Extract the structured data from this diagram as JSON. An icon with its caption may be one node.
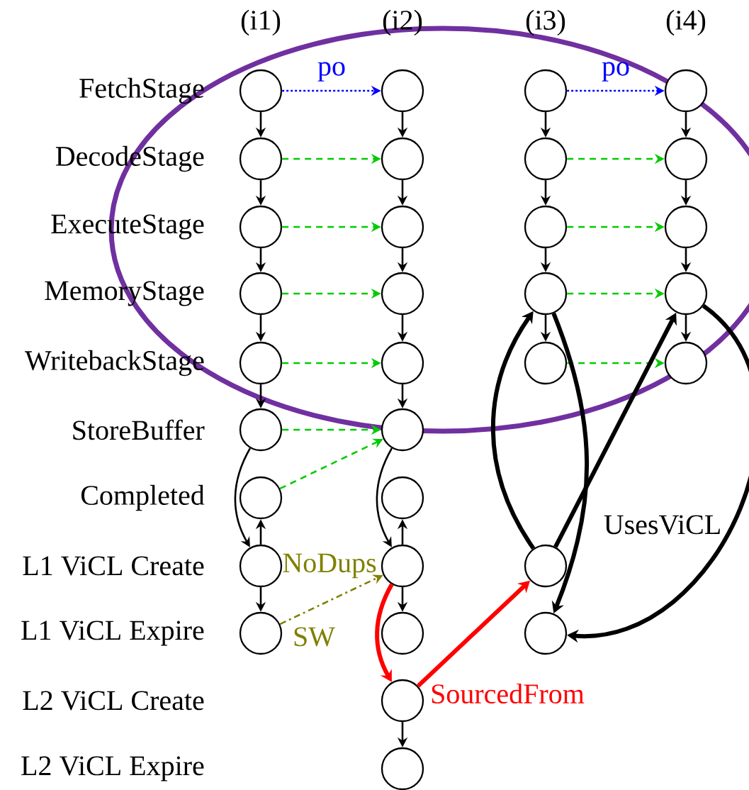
{
  "diagram": {
    "nodes": [
      {
        "text": [],
        "shape": "circle"
      },
      {
        "text": [],
        "shape": "circle"
      },
      {
        "text": [],
        "shape": "circle"
      },
      {
        "text": [],
        "shape": "circle"
      },
      {
        "text": [],
        "shape": "circle"
      },
      {
        "text": [],
        "shape": "circle"
      },
      {
        "text": [],
        "shape": "circle"
      },
      {
        "text": [],
        "shape": "circle"
      },
      {
        "text": [],
        "shape": "circle"
      },
      {
        "text": [],
        "shape": "circle"
      },
      {
        "text": [],
        "shape": "circle"
      },
      {
        "text": [],
        "shape": "circle"
      },
      {
        "text": [],
        "shape": "circle"
      },
      {
        "text": [],
        "shape": "circle"
      },
      {
        "text": [],
        "shape": "circle"
      },
      {
        "text": [],
        "shape": "circle"
      },
      {
        "text": [],
        "shape": "circle"
      },
      {
        "text": [],
        "shape": "circle"
      },
      {
        "text": [],
        "shape": "circle"
      },
      {
        "text": [],
        "shape": "circle"
      },
      {
        "text": [],
        "shape": "circle"
      },
      {
        "text": [],
        "shape": "circle"
      },
      {
        "text": [],
        "shape": "circle"
      },
      {
        "text": [],
        "shape": "circle"
      },
      {
        "text": [],
        "shape": "circle"
      },
      {
        "text": [],
        "shape": "circle"
      },
      {
        "text": [],
        "shape": "circle"
      },
      {
        "text": [],
        "shape": "circle"
      },
      {
        "text": [],
        "shape": "circle"
      },
      {
        "text": [],
        "shape": "circle"
      },
      {
        "text": [],
        "shape": "circle"
      },
      {
        "text": [],
        "shape": "circle"
      }
    ],
    "edges": [
      {
        "from": 0,
        "to": 1,
        "arrow": "to",
        "label": "po",
        "style": "dashed",
        "color": "#0000ff"
      },
      {
        "from": 2,
        "to": 3,
        "arrow": "to",
        "label": "po",
        "style": "dashed",
        "color": "#0000ff"
      },
      {
        "from": 0,
        "to": 4,
        "arrow": "to"
      },
      {
        "from": 4,
        "to": 8,
        "arrow": "to"
      },
      {
        "from": 8,
        "to": 12,
        "arrow": "to"
      },
      {
        "from": 12,
        "to": 16,
        "arrow": "to"
      },
      {
        "from": 16,
        "to": 20,
        "arrow": "to"
      },
      {
        "from": 1,
        "to": 5,
        "arrow": "to"
      },
      {
        "from": 5,
        "to": 9,
        "arrow": "to"
      },
      {
        "from": 9,
        "to": 13,
        "arrow": "to"
      },
      {
        "from": 13,
        "to": 17,
        "arrow": "to"
      },
      {
        "from": 17,
        "to": 21,
        "arrow": "to"
      },
      {
        "from": 2,
        "to": 6,
        "arrow": "to"
      },
      {
        "from": 6,
        "to": 10,
        "arrow": "to"
      },
      {
        "from": 10,
        "to": 14,
        "arrow": "to"
      },
      {
        "from": 14,
        "to": 18,
        "arrow": "to"
      },
      {
        "from": 3,
        "to": 7,
        "arrow": "to"
      },
      {
        "from": 7,
        "to": 11,
        "arrow": "to"
      },
      {
        "from": 11,
        "to": 15,
        "arrow": "to"
      },
      {
        "from": 15,
        "to": 19,
        "arrow": "to"
      },
      {
        "from": 4,
        "to": 5,
        "arrow": "to",
        "style": "dashed",
        "color": "#00cc00"
      },
      {
        "from": 8,
        "to": 9,
        "arrow": "to",
        "style": "dashed",
        "color": "#00cc00"
      },
      {
        "from": 12,
        "to": 13,
        "arrow": "to",
        "style": "dashed",
        "color": "#00cc00"
      },
      {
        "from": 16,
        "to": 17,
        "arrow": "to",
        "style": "dashed",
        "color": "#00cc00"
      },
      {
        "from": 20,
        "to": 21,
        "arrow": "to",
        "style": "dashed",
        "color": "#00cc00"
      },
      {
        "from": 6,
        "to": 7,
        "arrow": "to",
        "style": "dashed",
        "color": "#00cc00"
      },
      {
        "from": 10,
        "to": 11,
        "arrow": "to",
        "style": "dashed",
        "color": "#00cc00"
      },
      {
        "from": 14,
        "to": 15,
        "arrow": "to",
        "style": "dashed",
        "color": "#00cc00"
      },
      {
        "from": 18,
        "to": 19,
        "arrow": "to",
        "style": "dashed",
        "color": "#00cc00"
      },
      {
        "from": 22,
        "to": 21,
        "arrow": "to",
        "style": "dashed",
        "color": "#00cc00"
      },
      {
        "from": 20,
        "to": 24,
        "arrow": "to"
      },
      {
        "from": 24,
        "to": 22,
        "arrow": "to"
      },
      {
        "from": 24,
        "to": 27,
        "arrow": "to"
      },
      {
        "from": 21,
        "to": 25,
        "arrow": "to"
      },
      {
        "from": 25,
        "to": 23,
        "arrow": "to"
      },
      {
        "from": 25,
        "to": 28,
        "arrow": "to"
      },
      {
        "from": 30,
        "to": 31,
        "arrow": "to"
      },
      {
        "from": 27,
        "to": 25,
        "arrow": "to",
        "label": "SW",
        "style": "dashed",
        "color": "#808000"
      },
      {
        "from": 25,
        "to": 30,
        "arrow": "to",
        "style": "thick",
        "color": "#ff0000"
      },
      {
        "from": 30,
        "to": 26,
        "arrow": "to",
        "label": "SourcedFrom",
        "style": "thick",
        "color": "#ff0000"
      },
      {
        "from": 26,
        "to": 14,
        "arrow": "to",
        "style": "thick"
      },
      {
        "from": 14,
        "to": 29,
        "arrow": "to",
        "label": "UsesViCL",
        "style": "thick"
      },
      {
        "from": 26,
        "to": 15,
        "arrow": "to",
        "style": "thick"
      },
      {
        "from": 15,
        "to": 29,
        "arrow": "to",
        "style": "thick"
      }
    ],
    "labels": [
      "(i1)",
      "(i2)",
      "(i3)",
      "(i4)",
      "FetchStage",
      "DecodeStage",
      "ExecuteStage",
      "MemoryStage",
      "WritebackStage",
      "StoreBuffer",
      "Completed",
      "L1 ViCL Create",
      "NoDups",
      "L1 ViCL Expire",
      "L2 ViCL Create",
      "L2 ViCL Expire"
    ]
  }
}
